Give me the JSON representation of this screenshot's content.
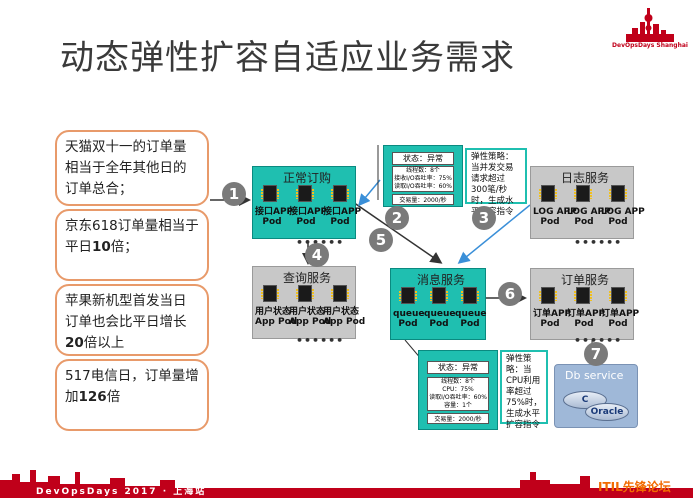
{
  "title": "动态弹性扩容自适应业务需求",
  "logo": {
    "text": "DevOpsDays Shanghai"
  },
  "facts": [
    {
      "pre": "天猫双十一的订单量相当于全年其他日的订单总合；",
      "bold": "",
      "post": ""
    },
    {
      "pre": "京东618订单量相当于平日",
      "bold": "10",
      "post": "倍；"
    },
    {
      "pre": "苹果新机型首发当日订单也会比平日增长",
      "bold": "20",
      "post": "倍以上"
    },
    {
      "pre": "517电信日，订单量增加",
      "bold": "126",
      "post": "倍"
    }
  ],
  "services": {
    "normal_order": {
      "label": "正常订购",
      "pod": "接口APP",
      "pod2": "Pod"
    },
    "query": {
      "label": "查询服务",
      "pod": "用户状态",
      "pod2": "App Pod"
    },
    "log": {
      "label": "日志服务",
      "pod": "LOG APP",
      "pod2": "Pod"
    },
    "message": {
      "label": "消息服务",
      "pod": "queue",
      "pod2": "Pod"
    },
    "order": {
      "label": "订单服务",
      "pod": "订单APP",
      "pod2": "Pod"
    }
  },
  "dots": "••••••",
  "steps": [
    "1",
    "2",
    "3",
    "4",
    "5",
    "6",
    "7"
  ],
  "panel_top": {
    "status": "状态：异常",
    "rows": [
      "线程数：8个",
      "接收I/O吞吐率：75%",
      "读取I/O吞吐率：60%",
      "…"
    ],
    "footer": "交易量：2000/秒"
  },
  "panel_bottom": {
    "status": "状态：异常",
    "rows": [
      "线程数：8个",
      "CPU：75%",
      "读取I/O吞吐率：60%",
      "容量：1个"
    ],
    "footer": "交易量：2000/秒"
  },
  "policy_top": "弹性策略：当并发交易请求超过300笔/秒时，生成水平扩容指令",
  "policy_bottom": "弹性策略：当CPU利用率超过75%时，生成水平扩容指令",
  "db": {
    "title": "Db service",
    "label1": "C",
    "label2": "Oracle"
  },
  "footer": {
    "text": "DevOpsDays 2017 · 上海站"
  },
  "watermark": "ITIL先锋论坛",
  "colors": {
    "green": "#1fbfb0",
    "gray": "#c8c8c8",
    "fact_border": "#e89a6a",
    "footer_red": "#c0001a"
  }
}
